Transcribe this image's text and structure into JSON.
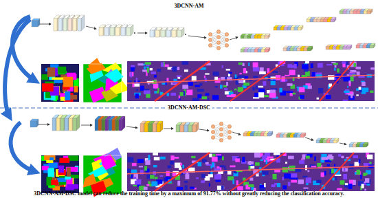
{
  "diagram": {
    "labels": [
      "3DCNN-AM",
      "3DCNN-AM-DSC"
    ],
    "caption": "3DCNN-AM-DSC model can reduce the training time by a maximum of 91.77% without greatly reducing the classification accuracy."
  }
}
